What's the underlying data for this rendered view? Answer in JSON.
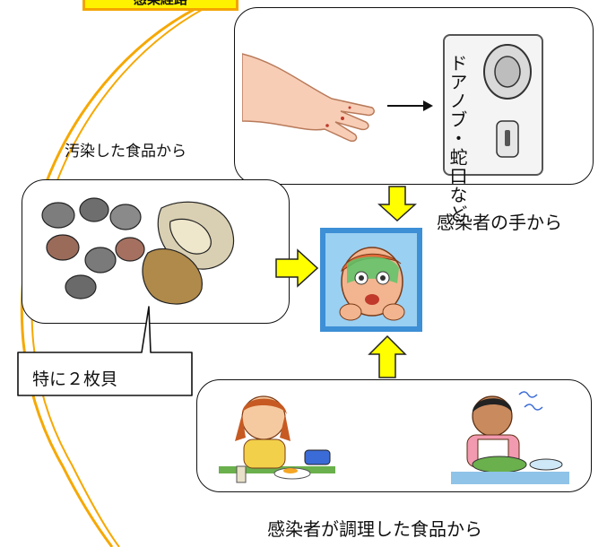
{
  "title_badge": "感染経路",
  "labels": {
    "from_food": "汚染した食品から",
    "from_hands": "感染者の手から",
    "from_cooked": "感染者が調理した食品から",
    "bivalves": "特に２枚貝"
  },
  "door_text": "ドアノブ・蛇口など",
  "colors": {
    "arrow_fill": "#ffff00",
    "arrow_stroke": "#222222",
    "arc": "#f6a800",
    "badge_fill": "#fff200"
  },
  "icons": {
    "hand": "hand-illustration",
    "door": "doorknob-illustration",
    "shells": "shellfish-illustration",
    "sick_person": "sick-person-illustration",
    "eating": "eating-person-illustration",
    "cooking": "cooking-person-illustration"
  }
}
